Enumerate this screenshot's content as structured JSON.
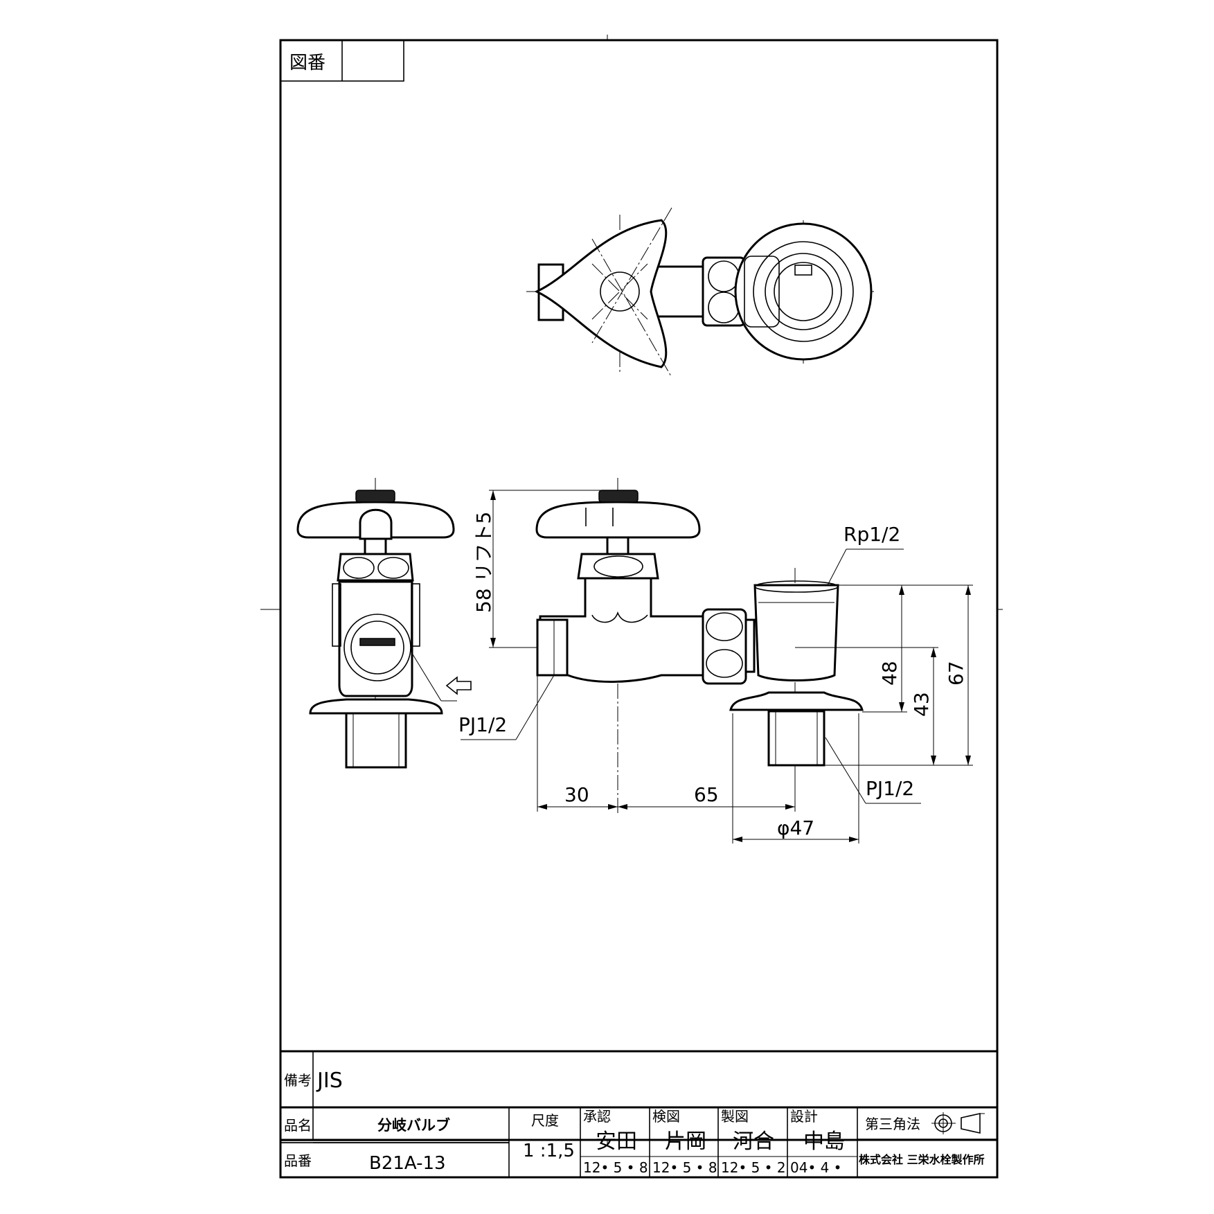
{
  "sheet": {
    "drawing_no_label": "図番",
    "drawing_no_value": ""
  },
  "dimensions": {
    "lift": "58 リフト5",
    "rp": "Rp1/2",
    "pj_left": "PJ1/2",
    "pj_right": "PJ1/2",
    "d30": "30",
    "d65": "65",
    "d48": "48",
    "d43": "43",
    "d67": "67",
    "dia": "φ47"
  },
  "title_block": {
    "remarks_label": "備考",
    "remarks_value": "JIS",
    "name_label": "品名",
    "name_value": "分岐バルブ",
    "number_label": "品番",
    "number_value": "B21A-13",
    "scale_label": "尺度",
    "scale_value": "1 :1,5",
    "approved_label": "承認",
    "approved_name": "安田",
    "approved_date": "12• 5 • 8",
    "checked_label": "検図",
    "checked_name": "片岡",
    "checked_date": "12• 5 • 8",
    "drawn_label": "製図",
    "drawn_name": "河合",
    "drawn_date": "12• 5 • 2",
    "design_label": "設計",
    "design_name": "中島",
    "design_date": "04• 4 •",
    "projection_label": "第三角法",
    "company": "株式会社 三栄水栓製作所"
  }
}
